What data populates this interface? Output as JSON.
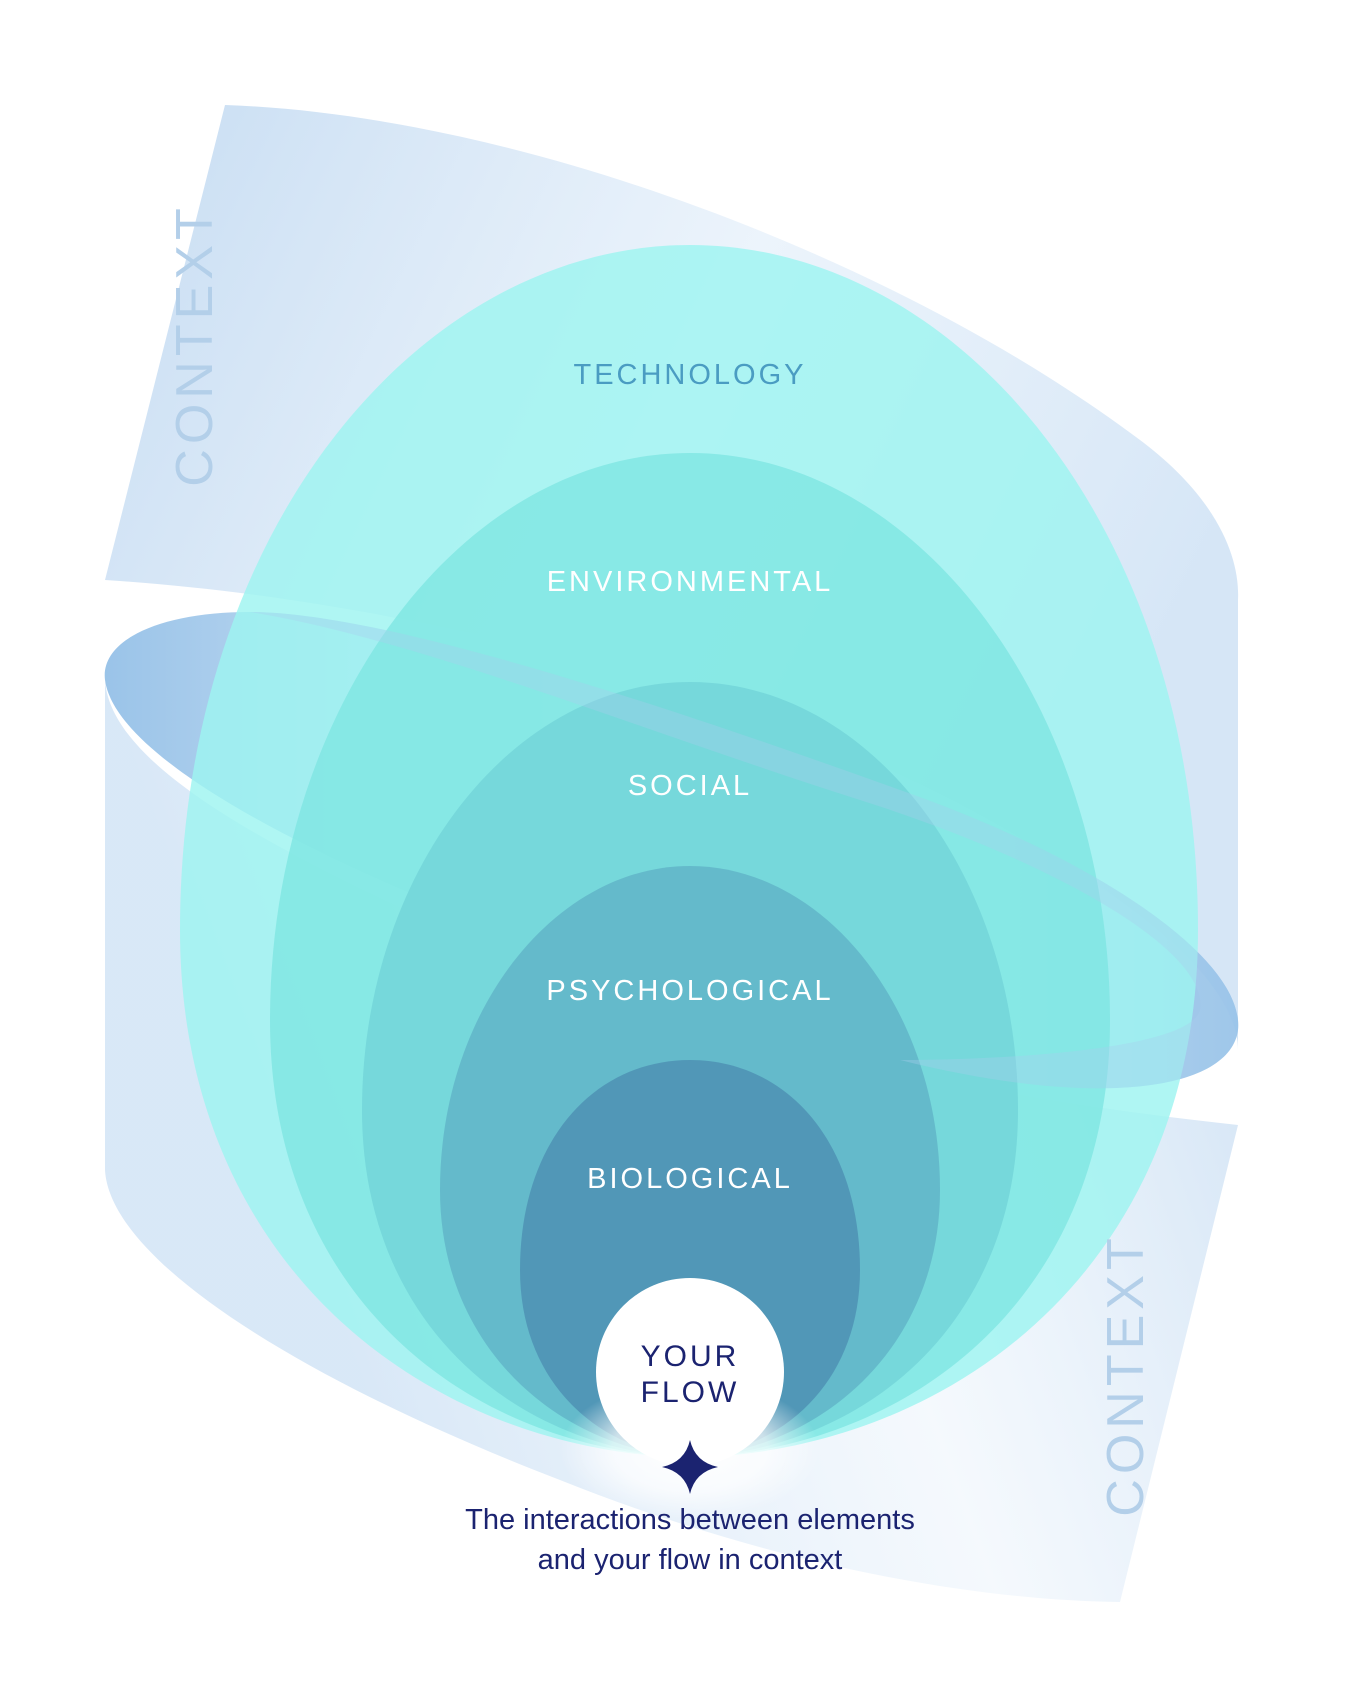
{
  "diagram": {
    "context_label": "CONTEXT",
    "layers": [
      {
        "id": "technology",
        "label": "TECHNOLOGY"
      },
      {
        "id": "environmental",
        "label": "ENVIRONMENTAL"
      },
      {
        "id": "social",
        "label": "SOCIAL"
      },
      {
        "id": "psychological",
        "label": "PSYCHOLOGICAL"
      },
      {
        "id": "biological",
        "label": "BIOLOGICAL"
      }
    ],
    "center": {
      "line1": "YOUR",
      "line2": "FLOW"
    },
    "caption": {
      "line1": "The interactions between elements",
      "line2": "and your flow in context"
    },
    "colors": {
      "technology": "#9ef4f0",
      "environmental": "#7de6e2",
      "social": "#72d3d8",
      "psychological": "#62b5c8",
      "biological": "#4f93b5",
      "context_band": "#c9def3",
      "context_ring": "#9cc4e8",
      "accent": "#1b2370"
    }
  }
}
